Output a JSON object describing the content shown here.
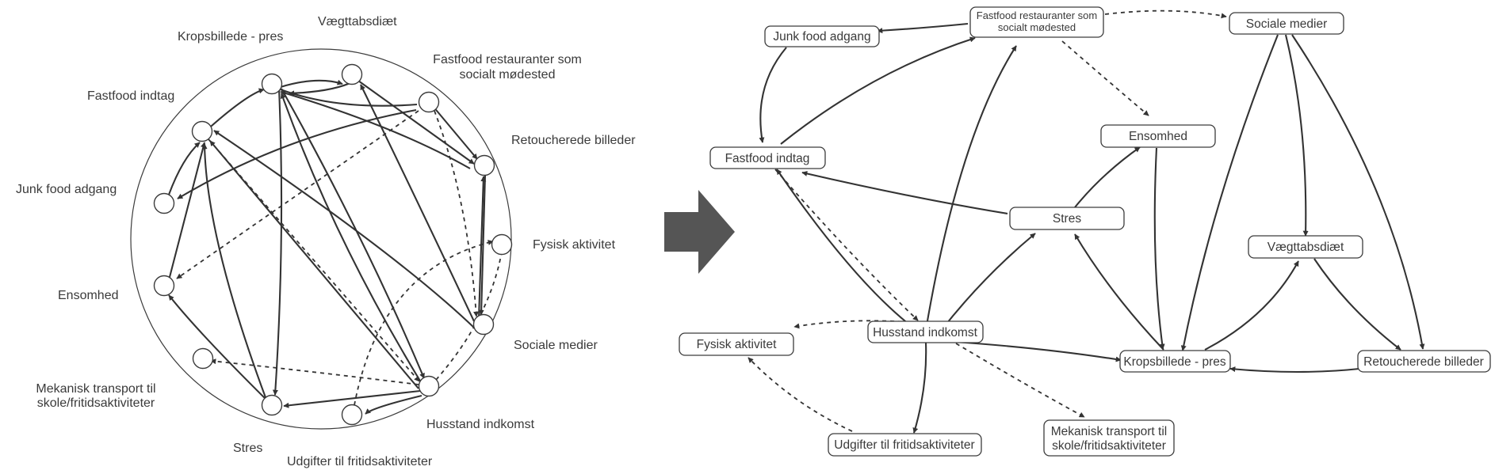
{
  "left_diagram": {
    "labels": {
      "kropsbillede": "Kropsbillede - pres",
      "vaegttab": "Vægttabsdiæt",
      "fastfood_rest_1": "Fastfood restauranter som",
      "fastfood_rest_2": "socialt mødested",
      "fastfood_indtag": "Fastfood indtag",
      "retouch": "Retoucherede billeder",
      "junk": "Junk food adgang",
      "fysisk": "Fysisk aktivitet",
      "ensomhed": "Ensomhed",
      "sociale": "Sociale medier",
      "mekanisk_1": "Mekanisk transport til",
      "mekanisk_2": "skole/fritidsaktiviteter",
      "husstand": "Husstand indkomst",
      "stres": "Stres",
      "udgifter": "Udgifter til fritidsaktiviteter"
    }
  },
  "right_diagram": {
    "boxes": {
      "junk": "Junk food adgang",
      "fastfood_rest_1": "Fastfood restauranter som",
      "fastfood_rest_2": "socialt mødested",
      "sociale": "Sociale medier",
      "ensomhed": "Ensomhed",
      "fastfood_indtag": "Fastfood indtag",
      "stres": "Stres",
      "vaegttab": "Vægttabsdiæt",
      "fysisk": "Fysisk aktivitet",
      "husstand": "Husstand indkomst",
      "kropsbillede": "Kropsbillede - pres",
      "retouch": "Retoucherede billeder",
      "udgifter": "Udgifter til fritidsaktiviteter",
      "mekanisk_1": "Mekanisk transport til",
      "mekanisk_2": "skole/fritidsaktiviteter"
    }
  },
  "colors": {
    "line": "#333333",
    "arrow_block": "#555555",
    "text": "#3a3a3a"
  }
}
